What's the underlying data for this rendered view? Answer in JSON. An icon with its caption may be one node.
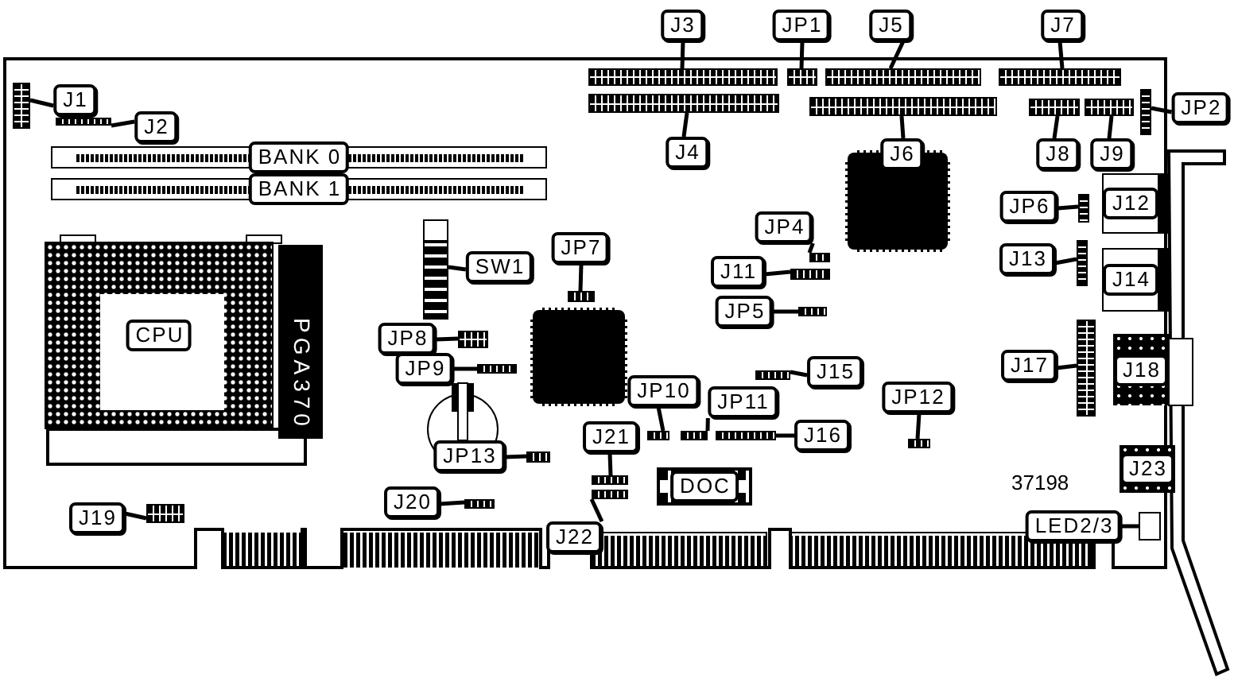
{
  "diagram": {
    "nodes": [
      {
        "text": [
          "J3"
        ]
      },
      {
        "text": [
          "JP1"
        ]
      },
      {
        "text": [
          "J5"
        ]
      },
      {
        "text": [
          "J7"
        ]
      },
      {
        "text": [],
        "shape": "box"
      },
      {
        "text": [],
        "shape": "box"
      },
      {
        "text": [],
        "shape": "box"
      },
      {
        "text": [],
        "shape": "box"
      },
      {
        "text": [
          "J1"
        ]
      },
      {
        "text": [],
        "shape": "box"
      },
      {
        "text": [],
        "shape": "box"
      },
      {
        "text": [],
        "shape": "box"
      },
      {
        "text": [],
        "shape": "box"
      },
      {
        "text": [],
        "shape": "box"
      },
      {
        "text": [],
        "shape": "box"
      },
      {
        "text": [
          "JP2"
        ]
      },
      {
        "text": [],
        "shape": "box"
      },
      {
        "text": [
          "J2"
        ]
      },
      {
        "text": [
          "J4"
        ]
      },
      {
        "text": [
          "J6"
        ]
      },
      {
        "text": [
          "J8"
        ]
      },
      {
        "text": [
          "J9"
        ]
      },
      {
        "text": [
          "BANK 0"
        ]
      },
      {
        "text": [
          "BANK 1"
        ]
      },
      {
        "text": [
          "JP6"
        ]
      },
      {
        "text": [],
        "shape": "box"
      },
      {
        "text": [
          "J12"
        ]
      },
      {
        "text": [],
        "shape": "box"
      },
      {
        "text": [
          "SW1"
        ]
      },
      {
        "text": [
          "JP7"
        ]
      },
      {
        "text": [],
        "shape": "box"
      },
      {
        "text": [
          "JP4"
        ]
      },
      {
        "text": [],
        "shape": "box"
      },
      {
        "text": [
          "J13"
        ]
      },
      {
        "text": [],
        "shape": "box"
      },
      {
        "text": [
          "J14"
        ]
      },
      {
        "text": [
          "J11"
        ]
      },
      {
        "text": [],
        "shape": "box"
      },
      {
        "text": [
          "JP5"
        ]
      },
      {
        "text": [],
        "shape": "box"
      },
      {
        "text": [
          "CPU"
        ],
        "beside": [
          "PGA370"
        ]
      },
      {
        "text": [
          "JP8"
        ]
      },
      {
        "text": [],
        "shape": "box"
      },
      {
        "text": [
          "JP9"
        ]
      },
      {
        "text": [],
        "shape": "box"
      },
      {
        "text": [
          "J17"
        ]
      },
      {
        "text": [],
        "shape": "box"
      },
      {
        "text": [
          "J18"
        ]
      },
      {
        "text": [],
        "shape": "box"
      },
      {
        "text": [
          "J15"
        ]
      },
      {
        "text": [
          "JP10"
        ]
      },
      {
        "text": [
          "JP11"
        ]
      },
      {
        "text": [
          "JP12"
        ]
      },
      {
        "text": [
          "J21"
        ]
      },
      {
        "text": [],
        "shape": "box"
      },
      {
        "text": [],
        "shape": "box"
      },
      {
        "text": [],
        "shape": "box"
      },
      {
        "text": [
          "J16"
        ]
      },
      {
        "text": [],
        "shape": "box"
      },
      {
        "text": [
          "JP13"
        ]
      },
      {
        "text": [],
        "shape": "box"
      },
      {
        "text": [
          "J23"
        ]
      },
      {
        "text": [],
        "shape": "box"
      },
      {
        "text": [
          "DOC"
        ]
      },
      {
        "text": [],
        "shape": "box"
      },
      {
        "text": [
          "J20"
        ]
      },
      {
        "text": [],
        "shape": "box"
      },
      {
        "text": [
          "J19"
        ]
      },
      {
        "text": [],
        "shape": "box"
      },
      {
        "text": [
          "J22"
        ]
      },
      {
        "text": [
          "LED2/3"
        ]
      },
      {
        "text": [],
        "shape": "box"
      }
    ],
    "edges": [
      {
        "from": 0,
        "to": 4,
        "arrow": "none"
      },
      {
        "from": 1,
        "to": 5,
        "arrow": "none"
      },
      {
        "from": 2,
        "to": 6,
        "arrow": "none"
      },
      {
        "from": 3,
        "to": 7,
        "arrow": "none"
      },
      {
        "from": 8,
        "to": 9,
        "arrow": "none"
      },
      {
        "from": 15,
        "to": 14,
        "arrow": "none"
      },
      {
        "from": 17,
        "to": 16,
        "arrow": "none"
      },
      {
        "from": 18,
        "to": 10,
        "arrow": "none"
      },
      {
        "from": 19,
        "to": 11,
        "arrow": "none"
      },
      {
        "from": 20,
        "to": 12,
        "arrow": "none"
      },
      {
        "from": 21,
        "to": 13,
        "arrow": "none"
      },
      {
        "from": 24,
        "to": 25,
        "arrow": "none"
      },
      {
        "from": 28,
        "to": 27,
        "arrow": "none"
      },
      {
        "from": 29,
        "to": 30,
        "arrow": "none"
      },
      {
        "from": 31,
        "to": 32,
        "arrow": "none"
      },
      {
        "from": 33,
        "to": 34,
        "arrow": "none"
      },
      {
        "from": 36,
        "to": 37,
        "arrow": "none"
      },
      {
        "from": 38,
        "to": 39,
        "arrow": "none"
      },
      {
        "from": 41,
        "to": 42,
        "arrow": "none"
      },
      {
        "from": 43,
        "to": 44,
        "arrow": "none"
      },
      {
        "from": 45,
        "to": 46,
        "arrow": "none"
      },
      {
        "from": 49,
        "to": 48,
        "arrow": "none"
      },
      {
        "from": 50,
        "to": 54,
        "arrow": "none"
      },
      {
        "from": 51,
        "to": 55,
        "arrow": "none"
      },
      {
        "from": 52,
        "to": 58,
        "arrow": "none"
      },
      {
        "from": 53,
        "to": 62,
        "arrow": "none"
      },
      {
        "from": 57,
        "to": 56,
        "arrow": "none"
      },
      {
        "from": 59,
        "to": 60,
        "arrow": "none"
      },
      {
        "from": 65,
        "to": 66,
        "arrow": "none"
      },
      {
        "from": 67,
        "to": 68,
        "arrow": "none"
      },
      {
        "from": 69,
        "to": 64,
        "arrow": "none"
      },
      {
        "from": 70,
        "to": 71,
        "arrow": "none"
      }
    ],
    "labels": [
      "37198"
    ]
  }
}
